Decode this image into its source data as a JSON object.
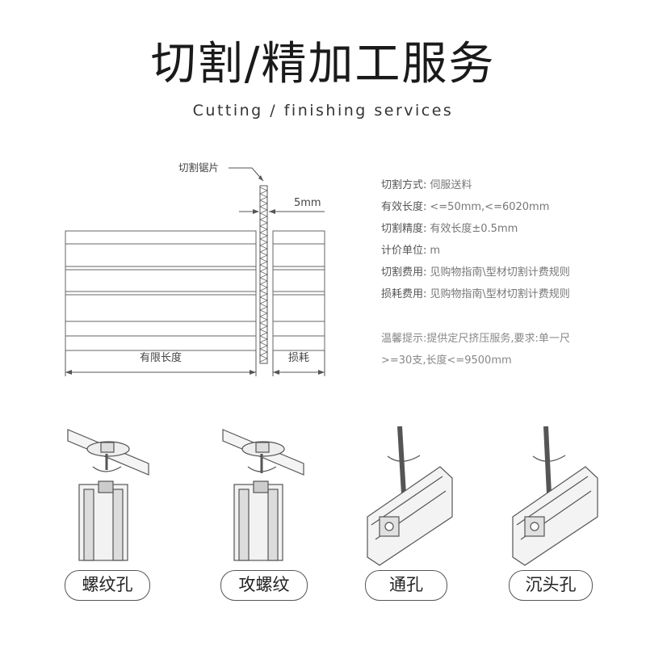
{
  "header": {
    "title": "切割/精加工服务",
    "subtitle": "Cutting / finishing services"
  },
  "diagram": {
    "saw_label": "切割锯片",
    "kerf_label": "5mm",
    "length_label": "有限长度",
    "loss_label": "损耗"
  },
  "specs": [
    {
      "label": "切割方式:",
      "value": "伺服送料"
    },
    {
      "label": "有效长度:",
      "value": "<=50mm,<=6020mm"
    },
    {
      "label": "切割精度:",
      "value": "有效长度±0.5mm"
    },
    {
      "label": "计价单位:",
      "value": "m"
    },
    {
      "label": "切割费用:",
      "value": "见购物指南\\型材切割计费规则"
    },
    {
      "label": "损耗费用:",
      "value": "见购物指南\\型材切割计费规则"
    }
  ],
  "tip": "温馨提示:提供定尺挤压服务,要求:单一尺>=30支,长度<=9500mm",
  "services": [
    {
      "label": "螺纹孔",
      "icon": "threaded-hole-icon"
    },
    {
      "label": "攻螺纹",
      "icon": "tapping-icon"
    },
    {
      "label": "通孔",
      "icon": "through-hole-icon"
    },
    {
      "label": "沉头孔",
      "icon": "countersunk-hole-icon"
    }
  ],
  "colors": {
    "line": "#555555",
    "text": "#222222",
    "muted": "#777777"
  }
}
